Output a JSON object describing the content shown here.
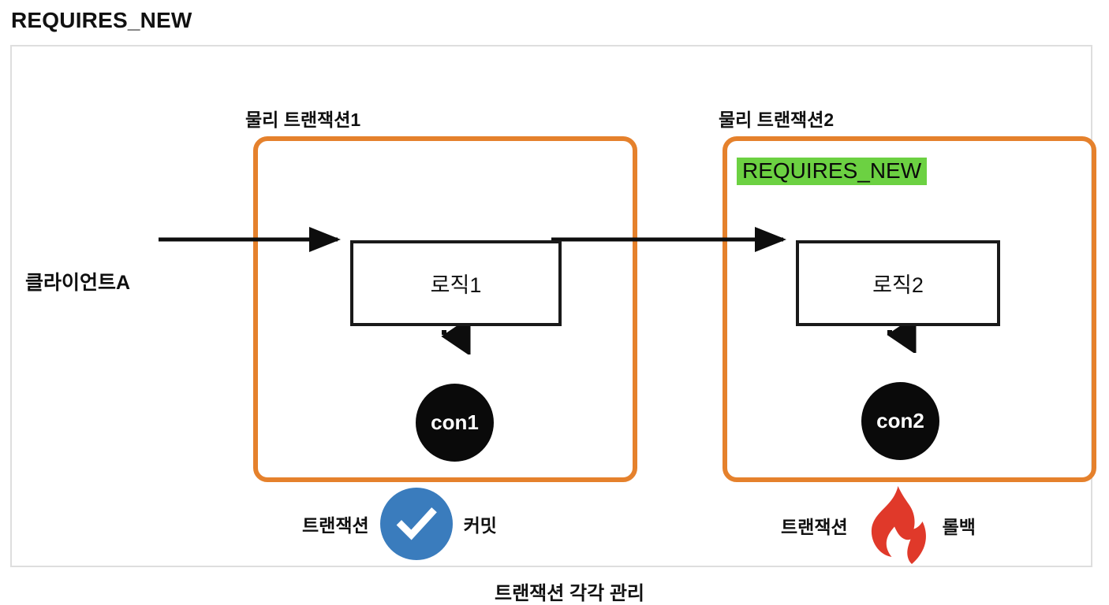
{
  "page": {
    "title": "REQUIRES_NEW"
  },
  "diagram": {
    "tx1": {
      "caption": "물리 트랜잭션1",
      "logic_label": "로직1",
      "connection_label": "con1"
    },
    "tx2": {
      "caption": "물리 트랜잭션2",
      "badge": "REQUIRES_NEW",
      "logic_label": "로직2",
      "connection_label": "con2"
    },
    "client_label": "클라이언트A",
    "commit": {
      "prefix": "트랜잭션",
      "suffix": "커밋",
      "icon": "check-circle-icon"
    },
    "rollback": {
      "prefix": "트랜잭션",
      "suffix": "롤백",
      "icon": "flame-icon"
    },
    "footer_caption": "트랜잭션 각각 관리"
  },
  "colors": {
    "tx_box_border": "#e5812c",
    "badge_highlight": "#6cd142",
    "commit_badge": "#3a7cbd",
    "rollback_flame": "#e0392a",
    "connection_fill": "#0a0a0a",
    "frame_border": "#dedede",
    "text": "#111111"
  }
}
